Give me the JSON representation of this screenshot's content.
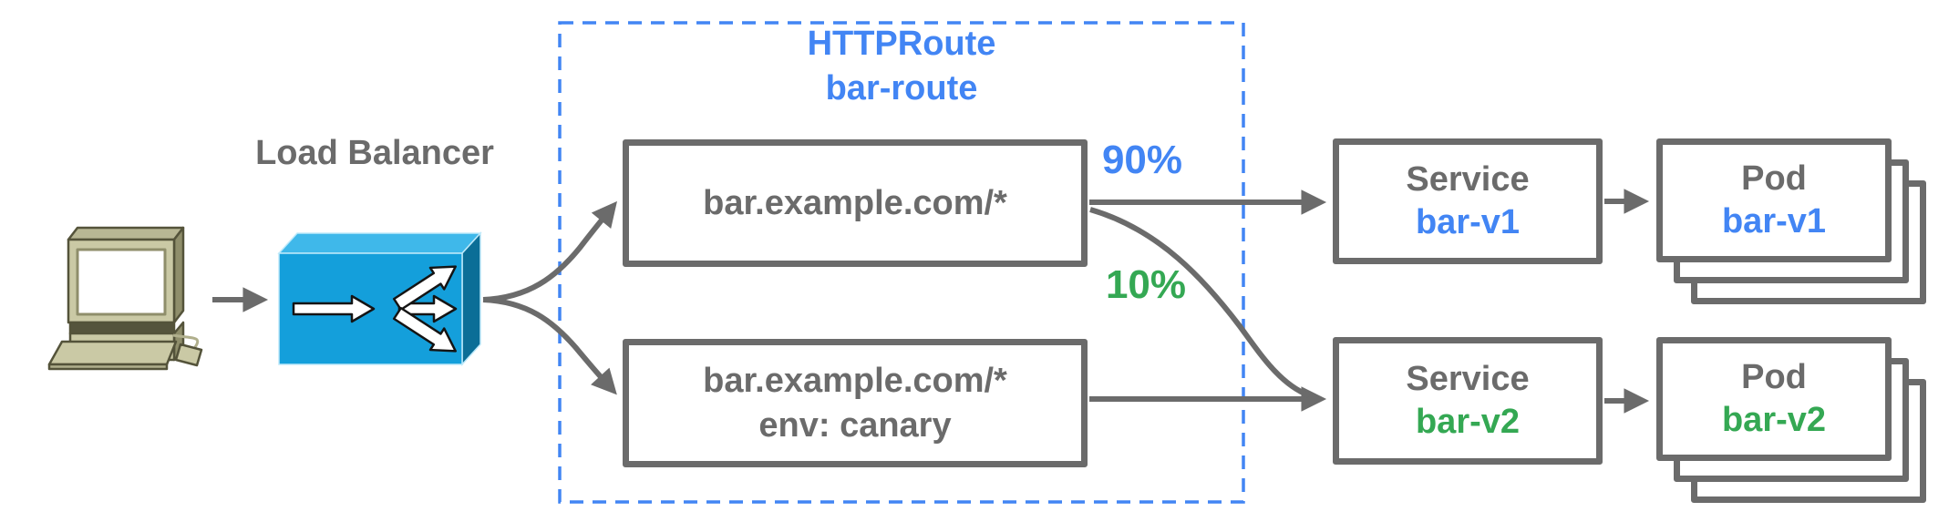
{
  "colors": {
    "blue": "#4285F4",
    "green": "#34A853",
    "gray": "#6b6b6b",
    "lb_front": "#149FDB",
    "lb_top": "#3FB8EA",
    "lb_side": "#0B6E97",
    "computer_body": "#cac9a5",
    "computer_shade": "#8f8e6b"
  },
  "client": {
    "icon": "desktop-computer"
  },
  "load_balancer": {
    "label": "Load Balancer"
  },
  "httproute": {
    "kind": "HTTPRoute",
    "name": "bar-route",
    "rules": [
      {
        "match": "bar.example.com/*",
        "weight": "90%"
      },
      {
        "match": "bar.example.com/*",
        "header_match": "env: canary",
        "weight": "10%"
      }
    ]
  },
  "services": [
    {
      "kind": "Service",
      "name": "bar-v1"
    },
    {
      "kind": "Service",
      "name": "bar-v2"
    }
  ],
  "pods": [
    {
      "kind": "Pod",
      "name": "bar-v1"
    },
    {
      "kind": "Pod",
      "name": "bar-v2"
    }
  ]
}
